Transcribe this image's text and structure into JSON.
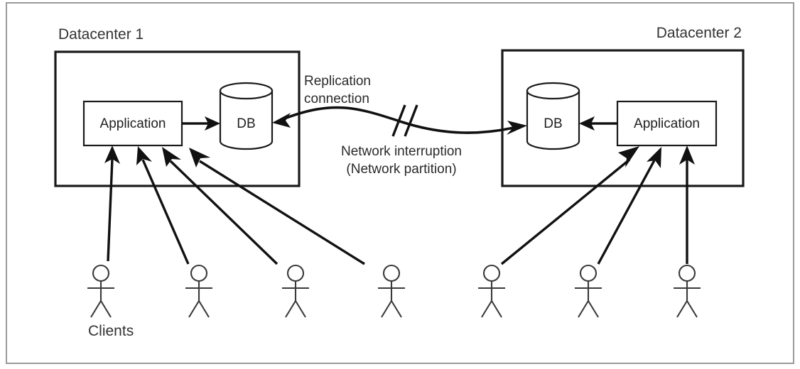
{
  "figure": {
    "kind": "architecture-diagram",
    "background": "#ffffff",
    "frame_color": "#9a9a9a",
    "line_color": "#111111",
    "text_color": "#333333"
  },
  "datacenters": [
    {
      "id": "dc1",
      "title": "Datacenter 1",
      "app_label": "Application",
      "db_label": "DB",
      "order": "app-left-db-right"
    },
    {
      "id": "dc2",
      "title": "Datacenter 2",
      "app_label": "Application",
      "db_label": "DB",
      "order": "db-left-app-right"
    }
  ],
  "annotations": {
    "replication_line1": "Replication",
    "replication_line2": "connection",
    "interruption_line1": "Network interruption",
    "interruption_line2": "(Network partition)"
  },
  "clients": {
    "label": "Clients",
    "left_count": 4,
    "right_count": 3,
    "total": 7
  }
}
